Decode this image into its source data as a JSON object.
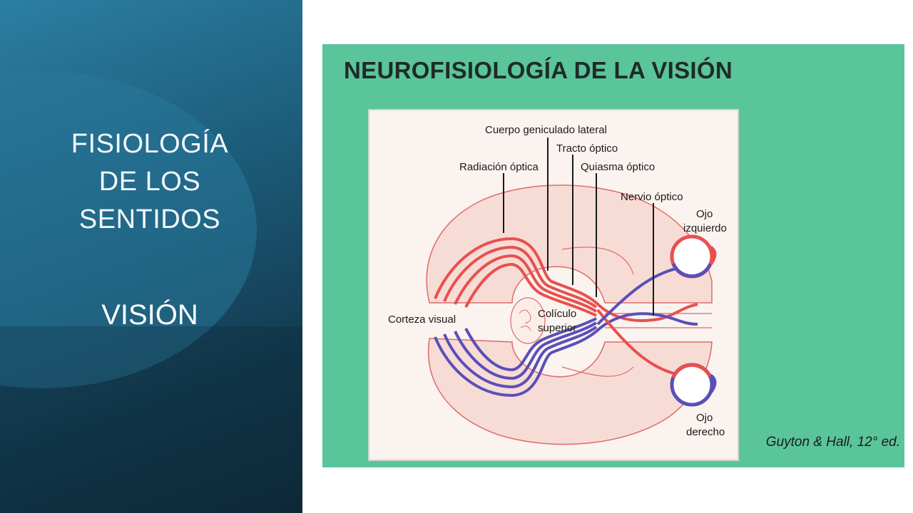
{
  "slide": {
    "title_lines": [
      "FISIOLOGÍA",
      "DE LOS",
      "SENTIDOS"
    ],
    "subtitle": "VISIÓN"
  },
  "figure": {
    "heading": "NEUROFISIOLOGÍA DE LA VISIÓN",
    "citation": "Guyton & Hall, 12° ed.",
    "labels": {
      "cuerpo_geniculado": "Cuerpo geniculado lateral",
      "tracto_optico": "Tracto óptico",
      "radiacion_optica": "Radiación óptica",
      "quiasma_optico": "Quiasma óptico",
      "nervio_optico": "Nervio óptico",
      "ojo_izquierdo_1": "Ojo",
      "ojo_izquierdo_2": "izquierdo",
      "corteza_visual": "Corteza visual",
      "coliculo_1": "Colículo",
      "coliculo_2": "superior",
      "ojo_derecho_1": "Ojo",
      "ojo_derecho_2": "derecho"
    }
  },
  "colors": {
    "left_panel": "#1c5a78",
    "figure_bg": "#5ac59a",
    "red_pathway": "#e8504f",
    "blue_pathway": "#5a4fb8",
    "brain_outline": "#e06a6a"
  }
}
